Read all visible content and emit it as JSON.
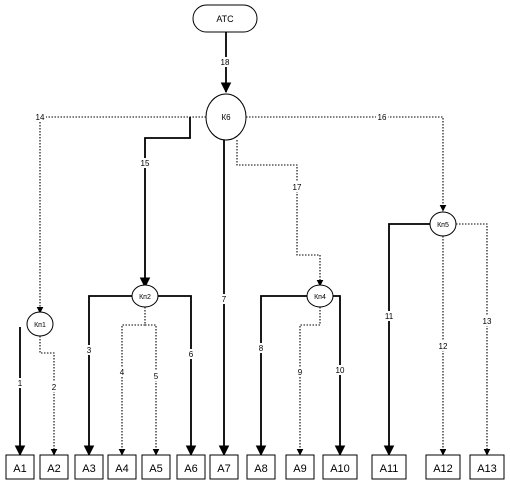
{
  "nodes": {
    "ats": "ATC",
    "k6": "К6",
    "kp1": "Кп1",
    "kp2": "Кп2",
    "kp4": "Кп4",
    "kp5": "Кп5"
  },
  "terminals": [
    "A1",
    "A2",
    "A3",
    "A4",
    "A5",
    "A6",
    "A7",
    "A8",
    "A9",
    "A10",
    "A11",
    "A12",
    "A13"
  ],
  "link_labels": {
    "l1": "1",
    "l2": "2",
    "l3": "3",
    "l4": "4",
    "l5": "5",
    "l6": "6",
    "l7": "7",
    "l8": "8",
    "l9": "9",
    "l10": "10",
    "l11": "11",
    "l12": "12",
    "l13": "13",
    "l14": "14",
    "l15": "15",
    "l16": "16",
    "l17": "17",
    "l18": "18"
  }
}
